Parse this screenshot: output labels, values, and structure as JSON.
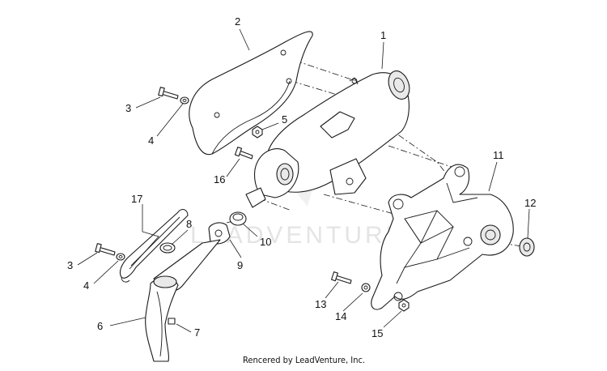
{
  "diagram": {
    "watermark": "LEADVENTURE",
    "credit": "Rencered by LeadVenture, Inc.",
    "callouts": [
      {
        "id": "c1",
        "label": "1"
      },
      {
        "id": "c2",
        "label": "2"
      },
      {
        "id": "c3a",
        "label": "3"
      },
      {
        "id": "c3b",
        "label": "3"
      },
      {
        "id": "c4a",
        "label": "4"
      },
      {
        "id": "c4b",
        "label": "4"
      },
      {
        "id": "c5",
        "label": "5"
      },
      {
        "id": "c6",
        "label": "6"
      },
      {
        "id": "c7",
        "label": "7"
      },
      {
        "id": "c8",
        "label": "8"
      },
      {
        "id": "c9",
        "label": "9"
      },
      {
        "id": "c10",
        "label": "10"
      },
      {
        "id": "c11",
        "label": "11"
      },
      {
        "id": "c12",
        "label": "12"
      },
      {
        "id": "c13",
        "label": "13"
      },
      {
        "id": "c14",
        "label": "14"
      },
      {
        "id": "c15",
        "label": "15"
      },
      {
        "id": "c16",
        "label": "16"
      },
      {
        "id": "c17",
        "label": "17"
      }
    ]
  }
}
